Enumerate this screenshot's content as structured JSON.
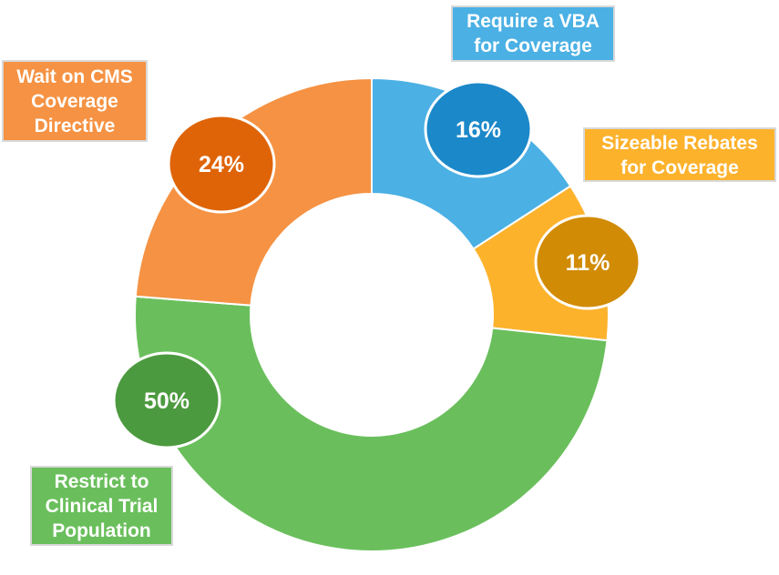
{
  "chart_data": {
    "type": "pie",
    "variant": "donut",
    "title": "",
    "slices": [
      {
        "key": "vba",
        "label_lines": [
          "Require a VBA",
          "for Coverage"
        ],
        "value": 16,
        "value_label": "16%",
        "color": "#4bb0e4",
        "badge_color": "#1b88c9"
      },
      {
        "key": "rebates",
        "label_lines": [
          "Sizeable Rebates",
          "for Coverage"
        ],
        "value": 11,
        "value_label": "11%",
        "color": "#fdb22c",
        "badge_color": "#d18b05"
      },
      {
        "key": "trial",
        "label_lines": [
          "Restrict to",
          "Clinical Trial",
          "Population"
        ],
        "value": 50,
        "value_label": "50%",
        "color": "#6abf5c",
        "badge_color": "#4c9a3f"
      },
      {
        "key": "cms",
        "label_lines": [
          "Wait on CMS",
          "Coverage",
          "Directive"
        ],
        "value": 24,
        "value_label": "24%",
        "color": "#f59243",
        "badge_color": "#df6408"
      }
    ]
  }
}
